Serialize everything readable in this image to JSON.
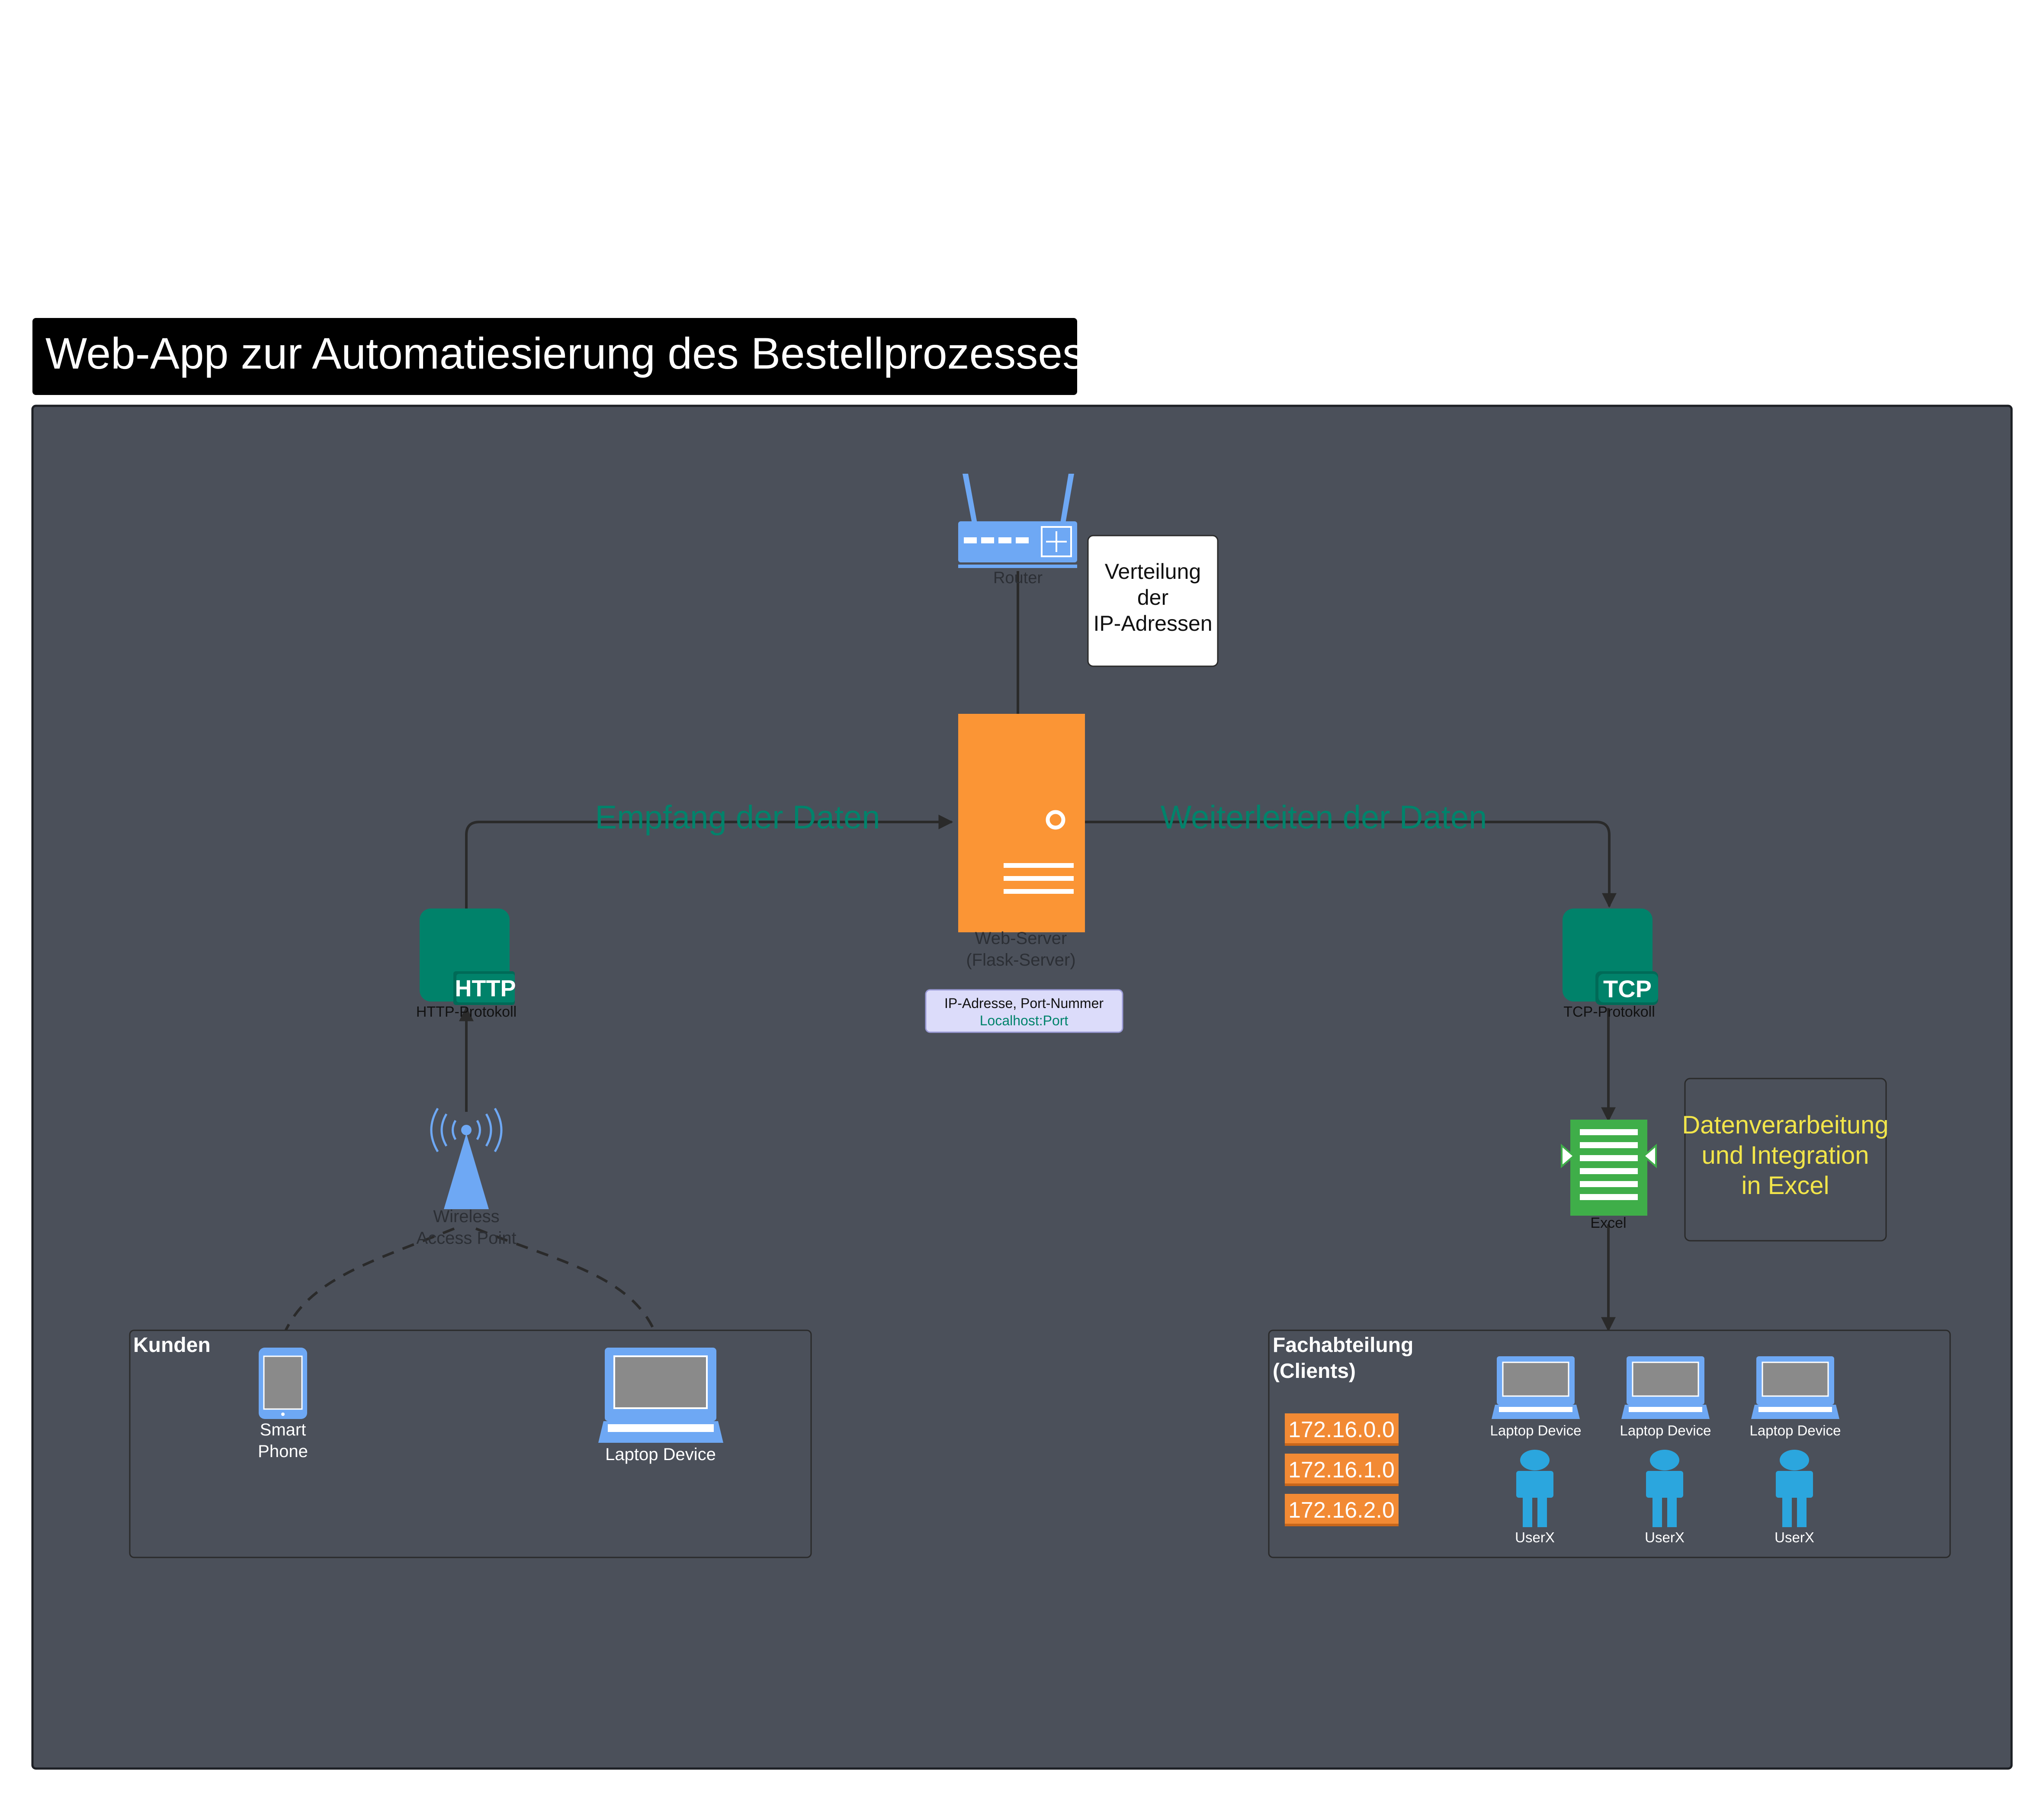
{
  "title": "Web-App zur Automatiesierung des Bestellprozesses",
  "router": {
    "label": "Router",
    "note_line1": "Verteilung",
    "note_line2": "der",
    "note_line3": "IP-Adressen"
  },
  "server": {
    "label_line1": "Web-Server",
    "label_line2": "(Flask-Server)",
    "info_line1": "IP-Adresse, Port-Nummer",
    "info_line2": "Localhost:Port"
  },
  "flows": {
    "receive": "Empfang der Daten",
    "forward": "Weiterleiten der Daten"
  },
  "http": {
    "badge": "HTTP",
    "label": "HTTP-Protokoll"
  },
  "tcp": {
    "badge": "TCP",
    "label": "TCP-Protokoll"
  },
  "wap": {
    "label_line1": "Wireless",
    "label_line2": "Access Point"
  },
  "excel": {
    "label": "Excel",
    "note_line1": "Datenverarbeitung",
    "note_line2": "und Integration",
    "note_line3": "in Excel"
  },
  "kunden": {
    "title": "Kunden",
    "phone_line1": "Smart",
    "phone_line2": "Phone",
    "laptop": "Laptop Device"
  },
  "fachabteilung": {
    "title_line1": "Fachabteilung",
    "title_line2": "(Clients)",
    "subnets": [
      "172.16.0.0",
      "172.16.1.0",
      "172.16.2.0"
    ],
    "clients": [
      {
        "laptop": "Laptop Device",
        "user": "UserX"
      },
      {
        "laptop": "Laptop Device",
        "user": "UserX"
      },
      {
        "laptop": "Laptop Device",
        "user": "UserX"
      }
    ]
  },
  "colors": {
    "canvas": "#4b505a",
    "title_bg": "#000000",
    "server": "#fb9535",
    "device_blue": "#6ea8f4",
    "protocol_green": "#00826a",
    "flow_text": "#00836b",
    "excel_green": "#3fae49",
    "subnet_orange": "#f28a34",
    "user_blue": "#2ba6de",
    "excel_note_text": "#f2e54a"
  }
}
